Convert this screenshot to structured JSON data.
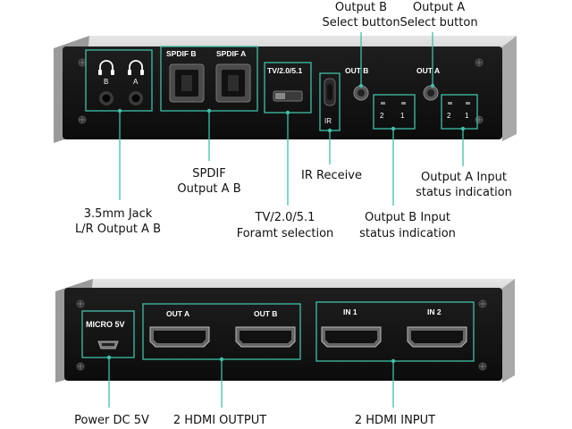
{
  "top_panel": {
    "port_labels": {
      "spdif_b": "SPDIF B",
      "spdif_a": "SPDIF A",
      "jack_b": "B",
      "jack_a": "A",
      "format_switch": "TV/2.0/5.1",
      "ir": "IR",
      "out_b": "OUT B",
      "out_a": "OUT A",
      "led_b_2": "2",
      "led_b_1": "1",
      "led_a_2": "2",
      "led_a_1": "1"
    }
  },
  "bottom_panel": {
    "port_labels": {
      "micro": "MICRO 5V",
      "out_a": "OUT A",
      "out_b": "OUT B",
      "in_1": "IN 1",
      "in_2": "IN 2"
    }
  },
  "callouts": {
    "output_b_select": [
      "Output B",
      "Select button"
    ],
    "output_a_select": [
      "Output A",
      "Select button"
    ],
    "spdif": [
      "SPDIF",
      "Output A B"
    ],
    "ir_receive": [
      "IR Receive"
    ],
    "output_a_input_status": [
      "Output A Input",
      "status indication"
    ],
    "jack": [
      "3.5mm Jack",
      "L/R Output A B"
    ],
    "format": [
      "TV/2.0/5.1",
      "Foramt selection"
    ],
    "output_b_input_status": [
      "Output B Input",
      "status indication"
    ],
    "power": [
      "Power DC 5V"
    ],
    "hdmi_output": [
      "2 HDMI OUTPUT"
    ],
    "hdmi_input": [
      "2 HDMI INPUT"
    ]
  },
  "colors": {
    "highlight": "#3fc0a8",
    "panel": "#141414",
    "frame": "#c9c9c9"
  },
  "icons": {
    "headphone_b": "headphone-icon",
    "headphone_a": "headphone-icon",
    "screw": "screw-icon"
  }
}
